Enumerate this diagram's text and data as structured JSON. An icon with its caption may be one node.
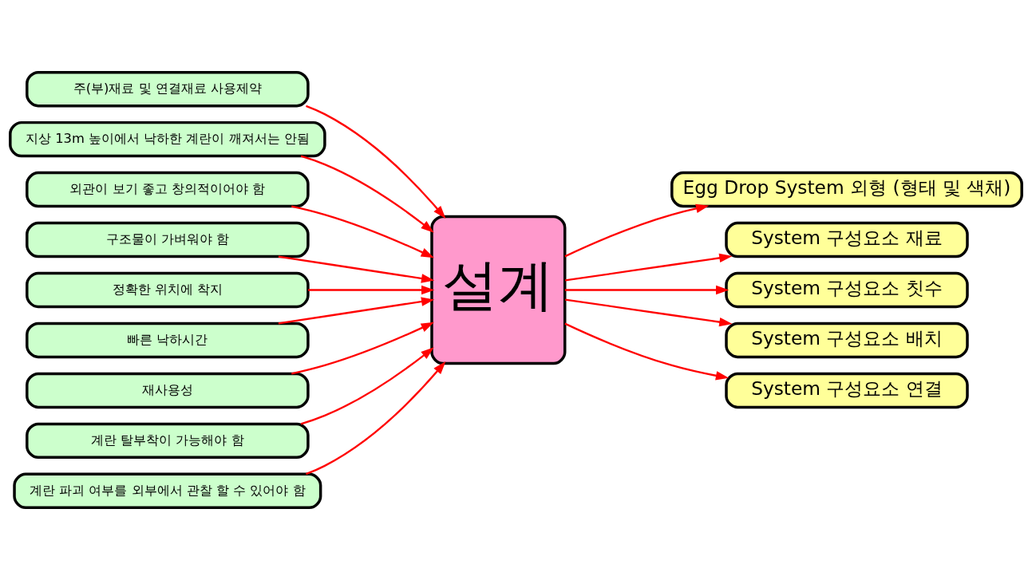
{
  "diagram": {
    "nodes": [
      {
        "text": [
          "주(부)재료 및 연결재료 사용제약"
        ]
      },
      {
        "text": [
          "지상 13m 높이에서 낙하한 계란이 깨져서는 안됨"
        ]
      },
      {
        "text": [
          "외관이 보기 좋고 창의적이어야 함"
        ]
      },
      {
        "text": [
          "구조물이 가벼워야 함"
        ]
      },
      {
        "text": [
          "정확한 위치에 착지"
        ]
      },
      {
        "text": [
          "빠른 낙하시간"
        ]
      },
      {
        "text": [
          "재사용성"
        ]
      },
      {
        "text": [
          "계란 탈부착이 가능해야 함"
        ]
      },
      {
        "text": [
          "계란 파괴 여부를 외부에서 관찰 할 수 있어야 함"
        ]
      },
      {
        "text": [
          "설계"
        ]
      },
      {
        "text": [
          "Egg Drop System 외형 (형태 및 색채)"
        ]
      },
      {
        "text": [
          "System 구성요소 재료"
        ]
      },
      {
        "text": [
          "System 구성요소 칫수"
        ]
      },
      {
        "text": [
          "System 구성요소 배치"
        ]
      },
      {
        "text": [
          "System 구성요소 연결"
        ]
      }
    ],
    "edges": [
      {
        "from": 0,
        "to": 9,
        "arrow": "to"
      },
      {
        "from": 1,
        "to": 9,
        "arrow": "to"
      },
      {
        "from": 2,
        "to": 9,
        "arrow": "to"
      },
      {
        "from": 3,
        "to": 9,
        "arrow": "to"
      },
      {
        "from": 4,
        "to": 9,
        "arrow": "to"
      },
      {
        "from": 5,
        "to": 9,
        "arrow": "to"
      },
      {
        "from": 6,
        "to": 9,
        "arrow": "to"
      },
      {
        "from": 7,
        "to": 9,
        "arrow": "to"
      },
      {
        "from": 8,
        "to": 9,
        "arrow": "to"
      },
      {
        "from": 9,
        "to": 10,
        "arrow": "to"
      },
      {
        "from": 9,
        "to": 11,
        "arrow": "to"
      },
      {
        "from": 9,
        "to": 12,
        "arrow": "to"
      },
      {
        "from": 9,
        "to": 13,
        "arrow": "to"
      },
      {
        "from": 9,
        "to": 14,
        "arrow": "to"
      }
    ]
  }
}
